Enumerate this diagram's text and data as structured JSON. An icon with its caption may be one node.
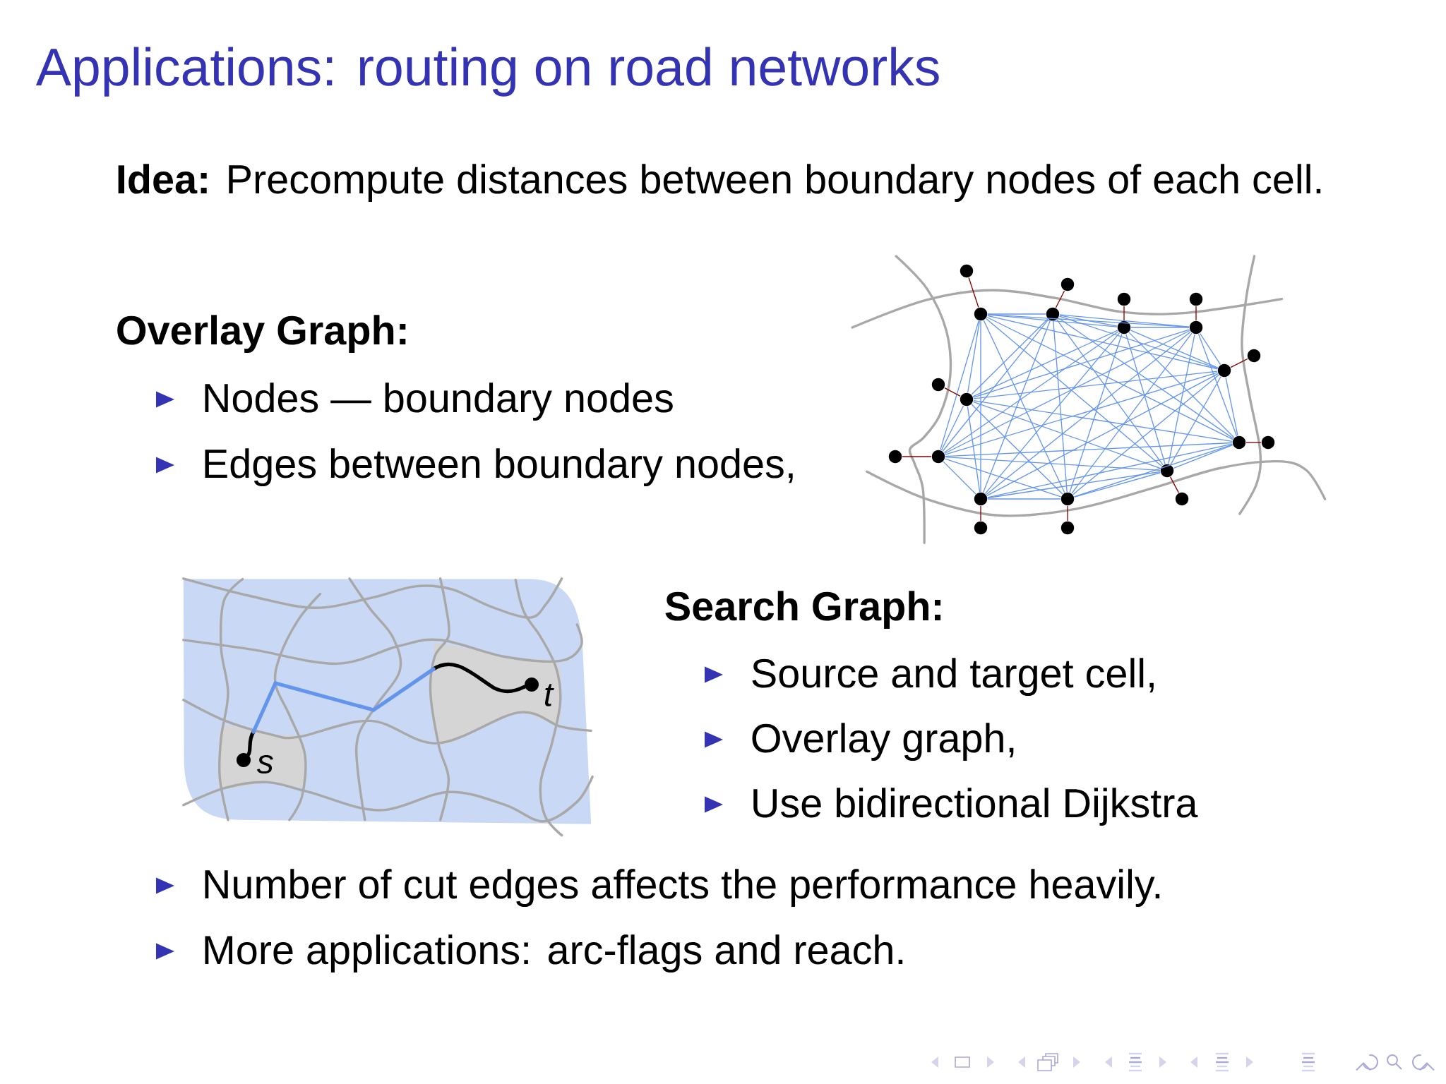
{
  "diagram": {
    "title": "Applications: routing on road networks",
    "nodes": [
      {
        "text": [],
        "shape": "circle"
      },
      {
        "text": [],
        "shape": "circle"
      },
      {
        "text": [],
        "shape": "circle"
      },
      {
        "text": [],
        "shape": "circle"
      },
      {
        "text": [],
        "shape": "circle"
      },
      {
        "text": [],
        "shape": "circle"
      },
      {
        "text": [],
        "shape": "circle"
      },
      {
        "text": [],
        "shape": "circle"
      },
      {
        "text": [],
        "shape": "circle"
      },
      {
        "text": [],
        "shape": "circle"
      },
      {
        "text": [],
        "shape": "circle"
      },
      {
        "text": [],
        "shape": "circle"
      },
      {
        "text": [],
        "shape": "circle"
      },
      {
        "text": [],
        "shape": "circle"
      },
      {
        "text": [],
        "shape": "circle"
      },
      {
        "text": [],
        "shape": "circle"
      },
      {
        "text": [],
        "shape": "circle"
      },
      {
        "text": [],
        "shape": "circle"
      },
      {
        "text": [],
        "shape": "circle"
      },
      {
        "text": [],
        "shape": "circle"
      },
      {
        "text": [],
        "shape": "circle"
      },
      {
        "text": [],
        "shape": "circle"
      },
      {
        "text": [],
        "shape": "circle",
        "beside": [
          "s"
        ]
      },
      {
        "text": [],
        "shape": "circle",
        "beside": [
          "t"
        ]
      }
    ],
    "edges": [
      {
        "from": 4,
        "to": 5,
        "arrow": "none"
      },
      {
        "from": 4,
        "to": 6,
        "arrow": "none"
      },
      {
        "from": 4,
        "to": 7,
        "arrow": "none"
      },
      {
        "from": 4,
        "to": 9,
        "arrow": "none"
      },
      {
        "from": 4,
        "to": 11,
        "arrow": "none"
      },
      {
        "from": 4,
        "to": 12,
        "arrow": "none"
      },
      {
        "from": 4,
        "to": 15,
        "arrow": "none"
      },
      {
        "from": 4,
        "to": 16,
        "arrow": "none"
      },
      {
        "from": 4,
        "to": 17,
        "arrow": "none"
      },
      {
        "from": 4,
        "to": 18,
        "arrow": "none"
      },
      {
        "from": 5,
        "to": 6,
        "arrow": "none"
      },
      {
        "from": 5,
        "to": 7,
        "arrow": "none"
      },
      {
        "from": 5,
        "to": 9,
        "arrow": "none"
      },
      {
        "from": 5,
        "to": 11,
        "arrow": "none"
      },
      {
        "from": 5,
        "to": 12,
        "arrow": "none"
      },
      {
        "from": 5,
        "to": 15,
        "arrow": "none"
      },
      {
        "from": 5,
        "to": 16,
        "arrow": "none"
      },
      {
        "from": 5,
        "to": 17,
        "arrow": "none"
      },
      {
        "from": 5,
        "to": 18,
        "arrow": "none"
      },
      {
        "from": 6,
        "to": 7,
        "arrow": "none"
      },
      {
        "from": 6,
        "to": 9,
        "arrow": "none"
      },
      {
        "from": 6,
        "to": 11,
        "arrow": "none"
      },
      {
        "from": 6,
        "to": 12,
        "arrow": "none"
      },
      {
        "from": 6,
        "to": 15,
        "arrow": "none"
      },
      {
        "from": 6,
        "to": 16,
        "arrow": "none"
      },
      {
        "from": 6,
        "to": 17,
        "arrow": "none"
      },
      {
        "from": 6,
        "to": 18,
        "arrow": "none"
      },
      {
        "from": 7,
        "to": 9,
        "arrow": "none"
      },
      {
        "from": 7,
        "to": 11,
        "arrow": "none"
      },
      {
        "from": 7,
        "to": 12,
        "arrow": "none"
      },
      {
        "from": 7,
        "to": 15,
        "arrow": "none"
      },
      {
        "from": 7,
        "to": 16,
        "arrow": "none"
      },
      {
        "from": 7,
        "to": 17,
        "arrow": "none"
      },
      {
        "from": 7,
        "to": 18,
        "arrow": "none"
      },
      {
        "from": 9,
        "to": 11,
        "arrow": "none"
      },
      {
        "from": 9,
        "to": 12,
        "arrow": "none"
      },
      {
        "from": 9,
        "to": 15,
        "arrow": "none"
      },
      {
        "from": 9,
        "to": 16,
        "arrow": "none"
      },
      {
        "from": 9,
        "to": 17,
        "arrow": "none"
      },
      {
        "from": 9,
        "to": 18,
        "arrow": "none"
      },
      {
        "from": 11,
        "to": 12,
        "arrow": "none"
      },
      {
        "from": 11,
        "to": 15,
        "arrow": "none"
      },
      {
        "from": 11,
        "to": 16,
        "arrow": "none"
      },
      {
        "from": 11,
        "to": 17,
        "arrow": "none"
      },
      {
        "from": 11,
        "to": 18,
        "arrow": "none"
      },
      {
        "from": 12,
        "to": 15,
        "arrow": "none"
      },
      {
        "from": 12,
        "to": 16,
        "arrow": "none"
      },
      {
        "from": 12,
        "to": 17,
        "arrow": "none"
      },
      {
        "from": 12,
        "to": 18,
        "arrow": "none"
      },
      {
        "from": 15,
        "to": 16,
        "arrow": "none"
      },
      {
        "from": 15,
        "to": 17,
        "arrow": "none"
      },
      {
        "from": 15,
        "to": 18,
        "arrow": "none"
      },
      {
        "from": 16,
        "to": 17,
        "arrow": "none"
      },
      {
        "from": 16,
        "to": 18,
        "arrow": "none"
      },
      {
        "from": 17,
        "to": 18,
        "arrow": "none"
      },
      {
        "from": 0,
        "to": 4,
        "arrow": "none",
        "color": "#800000"
      },
      {
        "from": 1,
        "to": 5,
        "arrow": "none",
        "color": "#800000"
      },
      {
        "from": 2,
        "to": 6,
        "arrow": "none",
        "color": "#800000"
      },
      {
        "from": 3,
        "to": 7,
        "arrow": "none",
        "color": "#800000"
      },
      {
        "from": 8,
        "to": 9,
        "arrow": "none",
        "color": "#800000"
      },
      {
        "from": 10,
        "to": 11,
        "arrow": "none",
        "color": "#800000"
      },
      {
        "from": 13,
        "to": 12,
        "arrow": "none",
        "color": "#800000"
      },
      {
        "from": 14,
        "to": 15,
        "arrow": "none",
        "color": "#800000"
      },
      {
        "from": 19,
        "to": 16,
        "arrow": "none",
        "color": "#800000"
      },
      {
        "from": 20,
        "to": 17,
        "arrow": "none",
        "color": "#800000"
      },
      {
        "from": 21,
        "to": 18,
        "arrow": "none",
        "color": "#800000"
      },
      {
        "from": 22,
        "to": 23,
        "arrow": "none",
        "style": "thick",
        "color": "#000000"
      }
    ],
    "labels": [
      "**Idea:** Precompute distances between boundary nodes of each cell.",
      "Overlay Graph:",
      "Nodes — boundary nodes",
      "Edges between boundary nodes,",
      "Search Graph:",
      "Source and target cell,",
      "Overlay graph,",
      "Use bidirectional Dijkstra",
      "Number of cut edges affects the performance heavily.",
      "More applications: arc-flags and reach."
    ]
  }
}
